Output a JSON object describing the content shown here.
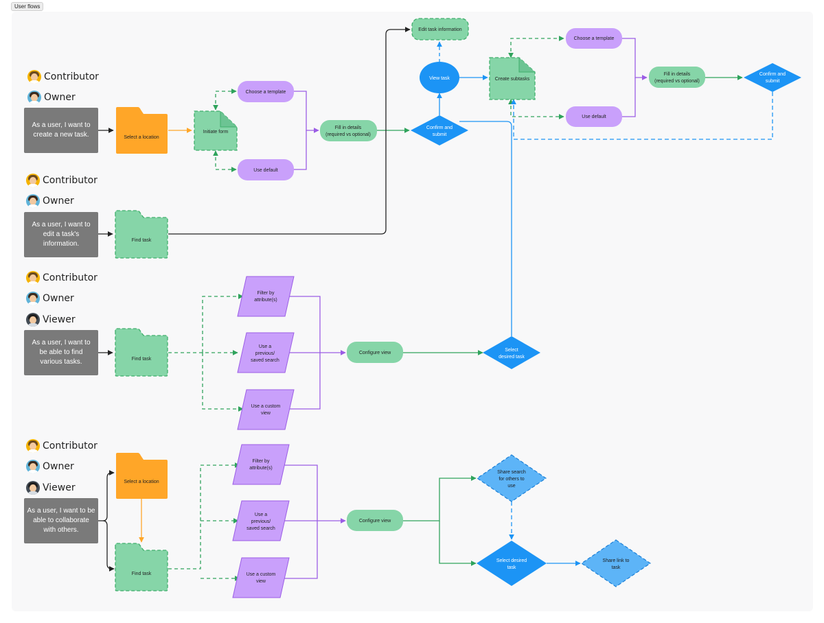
{
  "frame_label": "User flows",
  "colors": {
    "green_fill": "#86d5a8",
    "green_stroke": "#3fae6b",
    "purple_fill": "#c9a0fb",
    "purple_stroke": "#9b5de5",
    "orange": "#ffa628",
    "blue": "#1c94f5",
    "light_blue": "#5db4f7",
    "gray_story": "#7a7a7a"
  },
  "roles": {
    "contributor": "Contributor",
    "owner": "Owner",
    "viewer": "Viewer"
  },
  "flow1": {
    "story": "As a user, I want to create a new task.",
    "select_location": "Select a location",
    "initiate_form": "Initiate form",
    "choose_template": "Choose a template",
    "use_default": "Use default",
    "fill_details_1": "Fill in details",
    "fill_details_2": "(required vs optional)",
    "confirm_1": "Confirm and",
    "confirm_2": "submit",
    "view_task": "View task",
    "edit_task_info": "Edit task information",
    "create_subtasks": "Create subtasks",
    "choose_template_2": "Choose a template",
    "use_default_2": "Use default",
    "fill_details2_1": "Fill in details",
    "fill_details2_2": "(required vs optional)",
    "confirm2_1": "Confirm and",
    "confirm2_2": "submit"
  },
  "flow2": {
    "story": "As a user, I want to edit a task's information.",
    "find_task": "Find task"
  },
  "flow3": {
    "story": "As a user, I want to be able to find various tasks.",
    "find_task": "Find task",
    "filter_1": "Filter by",
    "filter_2": "attribute(s)",
    "prev_1": "Use a",
    "prev_2": "previous/",
    "prev_3": "saved search",
    "custom_1": "Use a custom",
    "custom_2": "view",
    "configure_view": "Configure view",
    "select_1": "Select",
    "select_2": "desired task"
  },
  "flow4": {
    "story": "As a user, I want to be able to collaborate with others.",
    "select_location": "Select a location",
    "find_task": "Find task",
    "filter_1": "Filter by",
    "filter_2": "attribute(s)",
    "prev_1": "Use a",
    "prev_2": "previous/",
    "prev_3": "saved search",
    "custom_1": "Use a custom",
    "custom_2": "view",
    "configure_view": "Configure view",
    "share_search_1": "Share search",
    "share_search_2": "for others to",
    "share_search_3": "use",
    "select_1": "Select desired",
    "select_2": "task",
    "share_link_1": "Share link to",
    "share_link_2": "task"
  }
}
